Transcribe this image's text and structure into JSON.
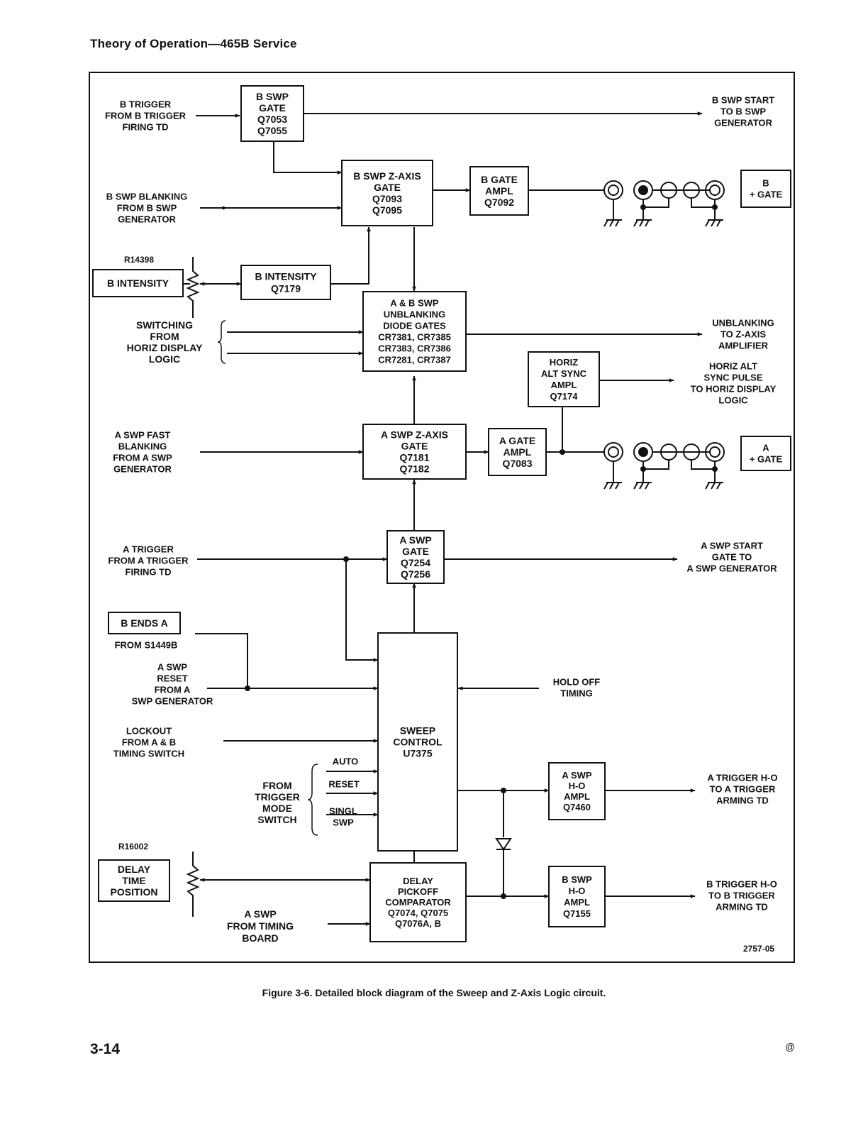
{
  "header": {
    "title": "Theory of Operation—465B Service"
  },
  "figure_id": "2757-05",
  "caption": "Figure 3-6.  Detailed block diagram of the Sweep and Z-Axis Logic circuit.",
  "page_number": "3-14",
  "page_mark": "@",
  "blocks": {
    "b_swp_gate": [
      "B SWP",
      "GATE",
      "Q7053",
      "Q7055"
    ],
    "b_swp_zaxis_gate": [
      "B SWP Z-AXIS",
      "GATE",
      "Q7093",
      "Q7095"
    ],
    "b_gate_ampl": [
      "B GATE",
      "AMPL",
      "Q7092"
    ],
    "b_plus_gate": [
      "B",
      "+ GATE"
    ],
    "b_intensity_label": [
      "B INTENSITY"
    ],
    "b_intensity_block": [
      "B INTENSITY",
      "Q7179"
    ],
    "ab_unblanking": [
      "A & B SWP",
      "UNBLANKING",
      "DIODE GATES",
      "CR7381, CR7385",
      "CR7383, CR7386",
      "CR7281, CR7387"
    ],
    "horiz_alt_sync": [
      "HORIZ",
      "ALT SYNC",
      "AMPL",
      "Q7174"
    ],
    "a_swp_zaxis_gate": [
      "A SWP Z-AXIS",
      "GATE",
      "Q7181",
      "Q7182"
    ],
    "a_gate_ampl": [
      "A GATE",
      "AMPL",
      "Q7083"
    ],
    "a_plus_gate": [
      "A",
      "+ GATE"
    ],
    "a_swp_gate": [
      "A SWP",
      "GATE",
      "Q7254",
      "Q7256"
    ],
    "b_ends_a": [
      "B ENDS A"
    ],
    "sweep_control": [
      "SWEEP",
      "CONTROL",
      "U7375"
    ],
    "a_swp_ho_ampl": [
      "A SWP",
      "H-O",
      "AMPL",
      "Q7460"
    ],
    "delay_time_position": [
      "DELAY",
      "TIME",
      "POSITION"
    ],
    "delay_pickoff": [
      "DELAY",
      "PICKOFF",
      "COMPARATOR",
      "Q7074, Q7075",
      "Q7076A, B"
    ],
    "b_swp_ho_ampl": [
      "B SWP",
      "H-O",
      "AMPL",
      "Q7155"
    ]
  },
  "labels": {
    "b_trigger_in": [
      "B TRIGGER",
      "FROM B TRIGGER",
      "FIRING TD"
    ],
    "b_swp_start_out": [
      "B SWP START",
      "TO B SWP",
      "GENERATOR"
    ],
    "b_swp_blanking_in": [
      "B SWP BLANKING",
      "FROM B SWP",
      "GENERATOR"
    ],
    "r14398": [
      "R14398"
    ],
    "switching_in": [
      "SWITCHING",
      "FROM",
      "HORIZ DISPLAY",
      "LOGIC"
    ],
    "unblanking_out": [
      "UNBLANKING",
      "TO Z-AXIS",
      "AMPLIFIER"
    ],
    "horiz_alt_out": [
      "HORIZ ALT",
      "SYNC PULSE",
      "TO HORIZ DISPLAY",
      "LOGIC"
    ],
    "a_swp_fast_blanking_in": [
      "A SWP FAST",
      "BLANKING",
      "FROM A SWP",
      "GENERATOR"
    ],
    "a_trigger_in": [
      "A TRIGGER",
      "FROM A TRIGGER",
      "FIRING TD"
    ],
    "a_swp_start_out": [
      "A SWP START",
      "GATE TO",
      "A SWP GENERATOR"
    ],
    "from_s1449b": [
      "FROM S1449B"
    ],
    "a_swp_reset_in": [
      "A SWP",
      "RESET",
      "FROM A",
      "SWP  GENERATOR"
    ],
    "hold_off_in": [
      "HOLD OFF",
      "TIMING"
    ],
    "lockout_in": [
      "LOCKOUT",
      "FROM A & B",
      "TIMING SWITCH"
    ],
    "auto": [
      "AUTO"
    ],
    "reset": [
      "RESET"
    ],
    "singl_swp": [
      "SINGL",
      "SWP"
    ],
    "from_trigger_mode": [
      "FROM",
      "TRIGGER",
      "MODE",
      "SWITCH"
    ],
    "a_trigger_ho_out": [
      "A TRIGGER H-O",
      "TO A TRIGGER",
      "ARMING TD"
    ],
    "r16002": [
      "R16002"
    ],
    "a_swp_timing_in": [
      "A SWP",
      "FROM TIMING",
      "BOARD"
    ],
    "b_trigger_ho_out": [
      "B TRIGGER H-O",
      "TO B TRIGGER",
      "ARMING TD"
    ]
  }
}
